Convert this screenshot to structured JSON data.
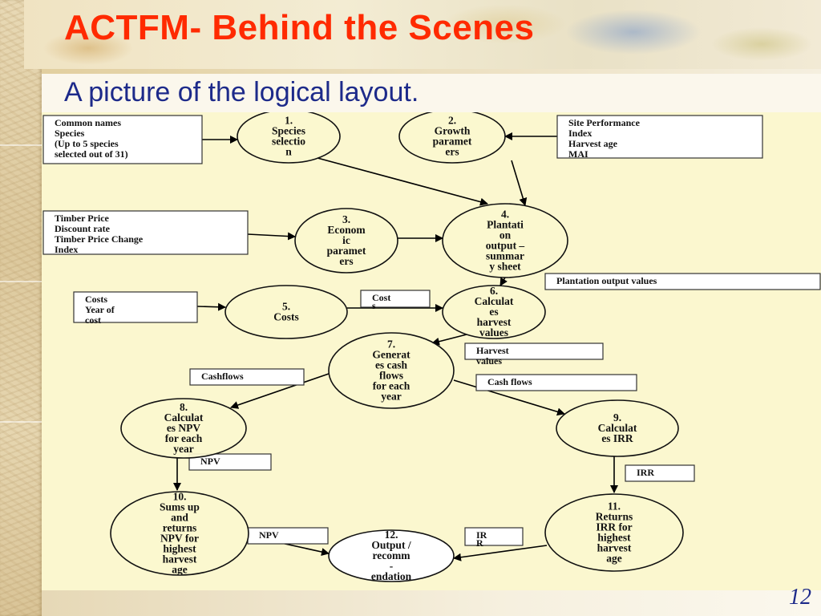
{
  "slide": {
    "title": "ACTFM- Behind the Scenes",
    "subtitle": "A picture of the logical layout.",
    "page_number": "12"
  },
  "colors": {
    "title": "#ff2a00",
    "subtitle": "#1d2a8a",
    "diagram_background": "#fbf7cf"
  },
  "diagram": {
    "nodes": [
      {
        "id": "n1",
        "lines": [
          "1.",
          "Species",
          "selectio",
          "n"
        ]
      },
      {
        "id": "n2",
        "lines": [
          "2.",
          "Growth",
          "paramet",
          "ers"
        ]
      },
      {
        "id": "n3",
        "lines": [
          "3.",
          "Econom",
          "ic",
          "paramet",
          "ers"
        ]
      },
      {
        "id": "n4",
        "lines": [
          "4.",
          "Plantati",
          "on",
          "output –",
          "summar",
          "y sheet"
        ]
      },
      {
        "id": "n5",
        "lines": [
          "5.",
          "Costs"
        ]
      },
      {
        "id": "n6",
        "lines": [
          "6.",
          "Calculat",
          "es",
          "harvest",
          "values"
        ]
      },
      {
        "id": "n7",
        "lines": [
          "7.",
          "Generat",
          "es cash",
          "flows",
          "for each",
          "year"
        ]
      },
      {
        "id": "n8",
        "lines": [
          "8.",
          "Calculat",
          "es NPV",
          "for each",
          "year"
        ]
      },
      {
        "id": "n9",
        "lines": [
          "9.",
          "Calculat",
          "es IRR"
        ]
      },
      {
        "id": "n10",
        "lines": [
          "10.",
          "Sums up",
          "and",
          "returns",
          "NPV for",
          "highest",
          "harvest",
          "age"
        ]
      },
      {
        "id": "n11",
        "lines": [
          "11.",
          "Returns",
          "IRR for",
          "highest",
          "harvest",
          "age"
        ]
      },
      {
        "id": "n12",
        "lines": [
          "12.",
          "Output /",
          "recomm",
          "-",
          "endation"
        ]
      }
    ],
    "boxes": [
      {
        "id": "b_species",
        "lines": [
          "Common names",
          "Species",
          "(Up to 5 species",
          "selected out of 31)"
        ]
      },
      {
        "id": "b_growth",
        "lines": [
          "Site Performance",
          "Index",
          "Harvest age",
          "MAI"
        ]
      },
      {
        "id": "b_econ",
        "lines": [
          "Timber Price",
          "Discount rate",
          "Timber Price Change",
          "Index"
        ]
      },
      {
        "id": "b_plantation_values",
        "lines": [
          "Plantation output    values"
        ]
      },
      {
        "id": "b_costs_in",
        "lines": [
          "Costs",
          "Year of",
          "cost"
        ]
      },
      {
        "id": "b_costs_flow",
        "lines": [
          "Cost",
          "s"
        ]
      },
      {
        "id": "b_harvest",
        "lines": [
          "Harvest",
          "values"
        ]
      },
      {
        "id": "b_cashflows_left",
        "lines": [
          "Cashflows"
        ]
      },
      {
        "id": "b_cashflows_right",
        "lines": [
          "Cash flows"
        ]
      },
      {
        "id": "b_npv_1",
        "lines": [
          "NPV"
        ]
      },
      {
        "id": "b_irr_1",
        "lines": [
          "IRR"
        ]
      },
      {
        "id": "b_npv_2",
        "lines": [
          "NPV"
        ]
      },
      {
        "id": "b_irr_2",
        "lines": [
          "IR",
          "R"
        ]
      }
    ],
    "edges": [
      {
        "from": "b_species",
        "to": "n1"
      },
      {
        "from": "b_growth",
        "to": "n2"
      },
      {
        "from": "n1",
        "to": "n4"
      },
      {
        "from": "n2",
        "to": "n4"
      },
      {
        "from": "b_econ",
        "to": "n3"
      },
      {
        "from": "n3",
        "to": "n4"
      },
      {
        "from": "n4",
        "to": "n6"
      },
      {
        "from": "b_costs_in",
        "to": "n5"
      },
      {
        "from": "n5",
        "to": "n6"
      },
      {
        "from": "n6",
        "to": "n7"
      },
      {
        "from": "n7",
        "to": "n8"
      },
      {
        "from": "n7",
        "to": "n9"
      },
      {
        "from": "n8",
        "to": "n10"
      },
      {
        "from": "n9",
        "to": "n11"
      },
      {
        "from": "n10",
        "to": "n12"
      },
      {
        "from": "n11",
        "to": "n12"
      }
    ]
  }
}
